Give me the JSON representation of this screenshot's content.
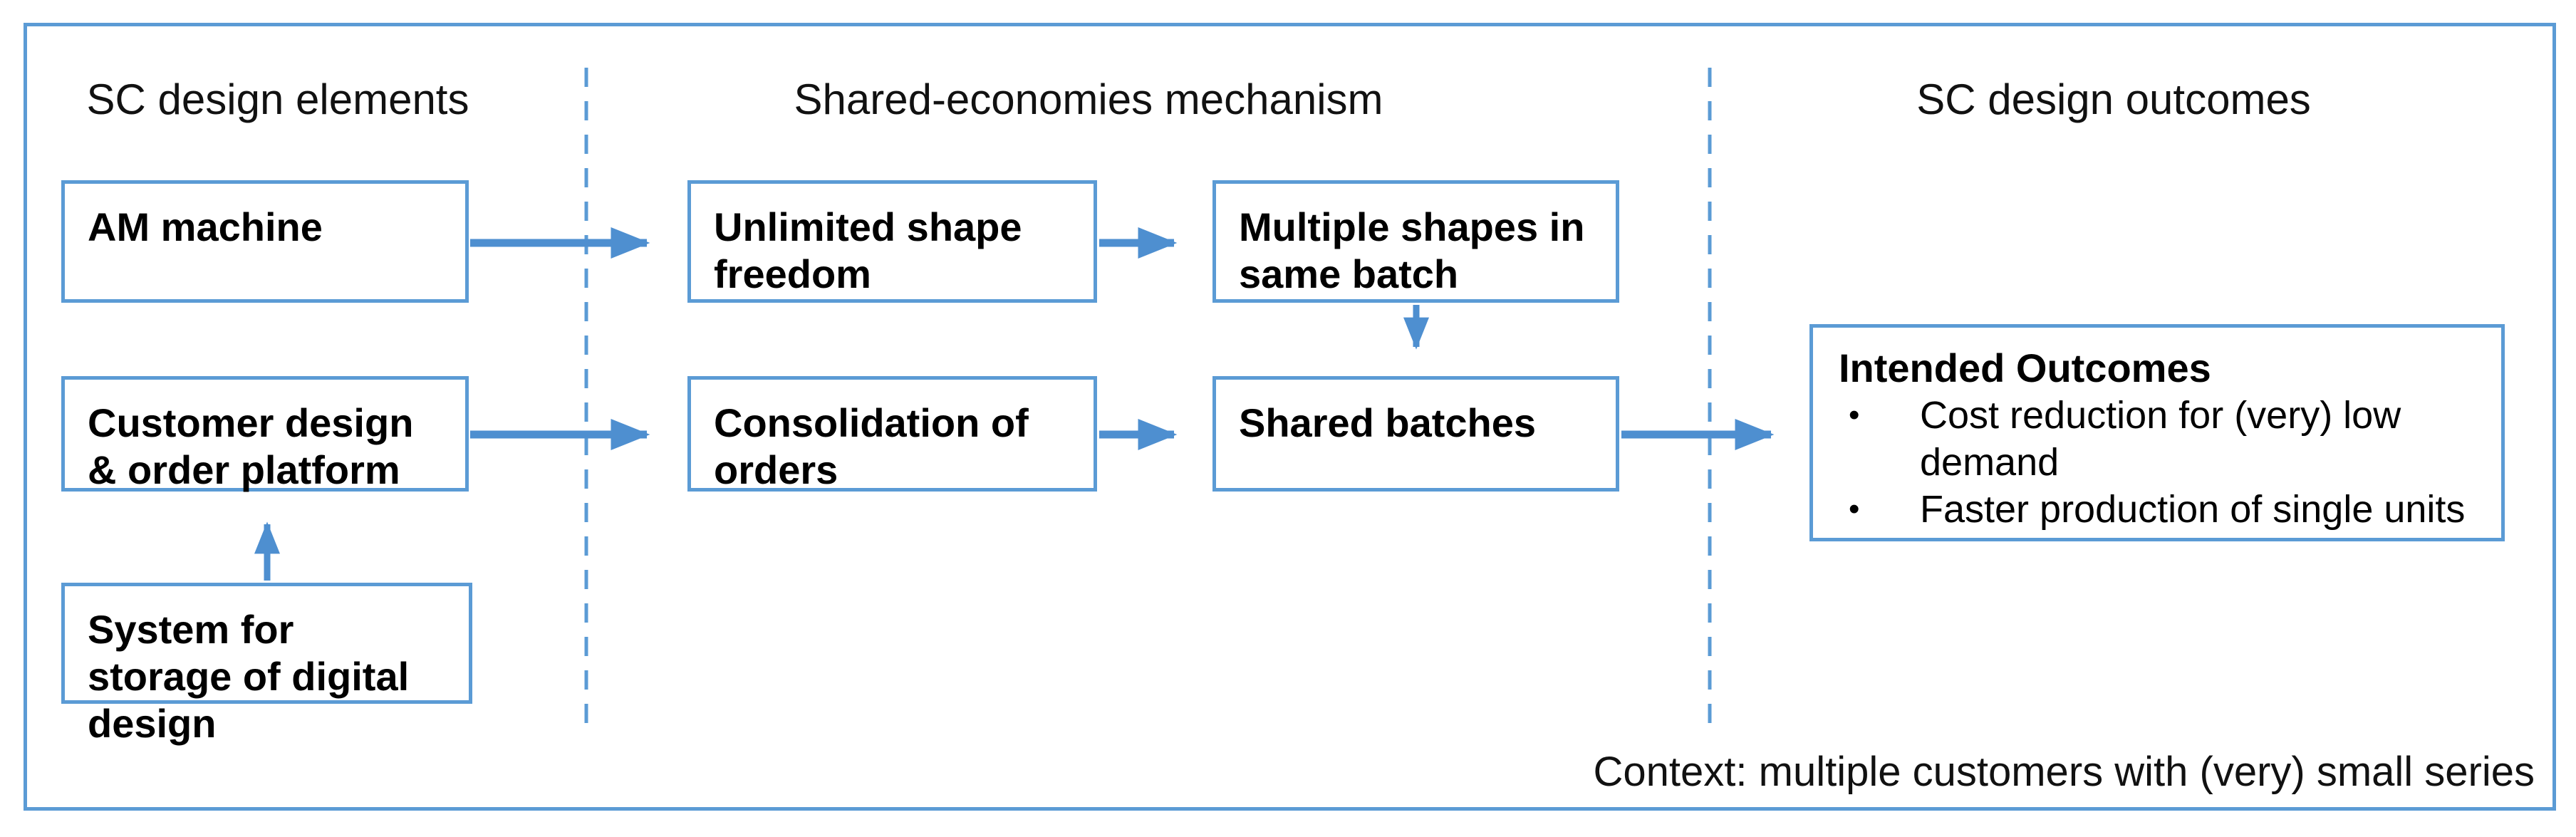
{
  "colors": {
    "accent_border": "#5B9BD5",
    "arrow": "#4E8FD0",
    "dashed_divider": "#5B9BD5",
    "text": "#000000",
    "background": "#FFFFFF"
  },
  "headers": [
    {
      "label": "SC design elements"
    },
    {
      "label": "Shared-economies mechanism"
    },
    {
      "label": "SC design outcomes"
    }
  ],
  "boxes": {
    "am_machine": {
      "label": "AM machine"
    },
    "unlimited_shape": {
      "label": "Unlimited shape freedom"
    },
    "multiple_shapes": {
      "label": "Multiple shapes in same batch"
    },
    "customer_design": {
      "label": "Customer design & order platform"
    },
    "consolidation": {
      "label": "Consolidation of orders"
    },
    "shared_batches": {
      "label": "Shared batches"
    },
    "system_storage": {
      "label": "System for storage of digital design"
    },
    "intended_outcomes": {
      "title": "Intended Outcomes",
      "bullet_glyph": "•",
      "bullets": [
        "Cost reduction for (very) low demand",
        "Faster production of single units"
      ]
    }
  },
  "context_note": "Context: multiple customers with (very) small series"
}
